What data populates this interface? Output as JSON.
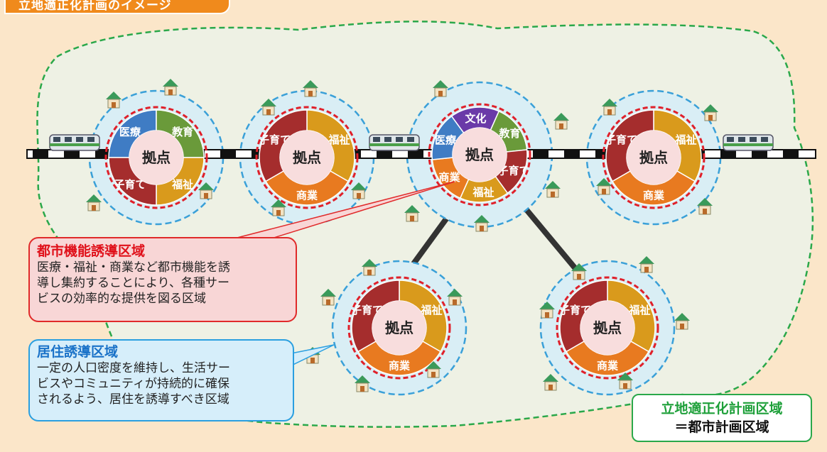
{
  "header": {
    "title": "立地適正化計画のイメージ"
  },
  "hubs": [
    {
      "center": "拠点",
      "segments": [
        "医療",
        "教育",
        "福祉",
        "子育て"
      ]
    },
    {
      "center": "拠点",
      "segments": [
        "福祉",
        "商業",
        "子育て"
      ]
    },
    {
      "center": "拠点",
      "segments": [
        "文化",
        "教育",
        "子育て",
        "福祉",
        "商業",
        "医療"
      ]
    },
    {
      "center": "拠点",
      "segments": [
        "福祉",
        "商業",
        "子育て"
      ]
    },
    {
      "center": "拠点",
      "segments": [
        "福祉",
        "商業",
        "子育て"
      ]
    },
    {
      "center": "拠点",
      "segments": [
        "福祉",
        "商業",
        "子育て"
      ]
    }
  ],
  "urban_zone": {
    "title": "都市機能誘導区域",
    "lines": [
      "医療・福祉・商業など都市機能を誘",
      "導し集約することにより、各種サー",
      "ビスの効率的な提供を図る区域"
    ]
  },
  "residential_zone": {
    "title": "居住誘導区域",
    "lines": [
      "一定の人口密度を維持し、生活サー",
      "ビスやコミュニティが持続的に確保",
      "されるよう、居住を誘導すべき区域"
    ]
  },
  "plan_zone": {
    "line1": "立地適正化計画区域",
    "line2": "＝都市計画区域"
  },
  "colors": {
    "医療": "#3f7cc4",
    "教育": "#6a9a3a",
    "福祉": "#d99a1c",
    "子育て": "#a52d2d",
    "商業": "#e87a20",
    "文化": "#6a3aa8",
    "center": "#f8dddd",
    "zone_fill": "#d9eef5",
    "area_fill": "#eef1e4"
  }
}
